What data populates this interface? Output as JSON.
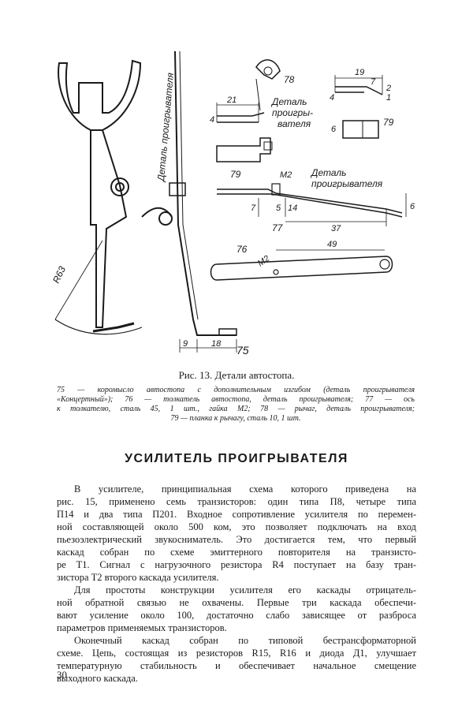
{
  "figure": {
    "labels": {
      "part_75": "75",
      "part_76": "76",
      "part_77": "77",
      "part_78": "78",
      "part_79a": "79",
      "part_79b": "79",
      "radius": "R63",
      "dim_9": "9",
      "dim_18": "18",
      "dim_21": "21",
      "dim_4a": "4",
      "dim_19": "19",
      "dim_7a": "7",
      "dim_4b": "4",
      "dim_2": "2",
      "dim_1": "1",
      "dim_6a": "6",
      "dim_M2a": "M2",
      "dim_7b": "7",
      "dim_5": "5",
      "dim_14": "14",
      "dim_6b": "6",
      "dim_37": "37",
      "dim_M2b": "M2",
      "dim_49": "49",
      "detail_1a": "Деталь",
      "detail_1b": "проигры-",
      "detail_1c": "вателя",
      "detail_2a": "Деталь",
      "detail_2b": "проигрывателя",
      "detail_vertical": "Деталь проигрывателя"
    }
  },
  "caption": {
    "title": "Рис. 13. Детали автостопа.",
    "legend_lines": [
      "75 — коромысло автостопа с дополнительным изгибом (деталь проигрывателя",
      "«Концертный»); 76 — толкатель автостопа, деталь проигрывателя; 77 — ось",
      "к толкателю, сталь 45, 1 шт., гайка М2; 78 — рычаг, деталь проигрывателя;",
      "79 — планка к рычагу, сталь 10, 1 шт."
    ]
  },
  "section": {
    "heading": "УСИЛИТЕЛЬ ПРОИГРЫВАТЕЛЯ"
  },
  "body": {
    "lines": [
      "В усилителе, принципиальная схема которого приведена на",
      "рис. 15, применено семь транзисторов: один типа П8, четыре типа",
      "П14 и два типа П201. Входное сопротивление усилителя по перемен-",
      "ной составляющей около 500 ком, это позволяет подключать на вход",
      "пьезоэлектрический звукосниматель. Это достигается тем, что первый",
      "каскад собран по схеме эмиттерного повторителя на транзисто-",
      "ре T1. Сигнал с нагрузочного резистора R4 поступает на базу тран-",
      "зистора T2 второго каскада усилителя.",
      "Для простоты конструкции усилителя его каскады отрицатель-",
      "ной обратной связью не охвачены. Первые три каскада обеспечи-",
      "вают усиление около 100, достаточно слабо зависящее от разброса",
      "параметров применяемых транзисторов.",
      "Оконечный каскад собран по типовой бестрансформаторной",
      "схеме. Цепь, состоящая из резисторов R15, R16 и диода Д1, улучшает",
      "температурную стабильность и обеспечивает начальное смещение",
      "выходного каскада."
    ]
  },
  "page_number": "30"
}
